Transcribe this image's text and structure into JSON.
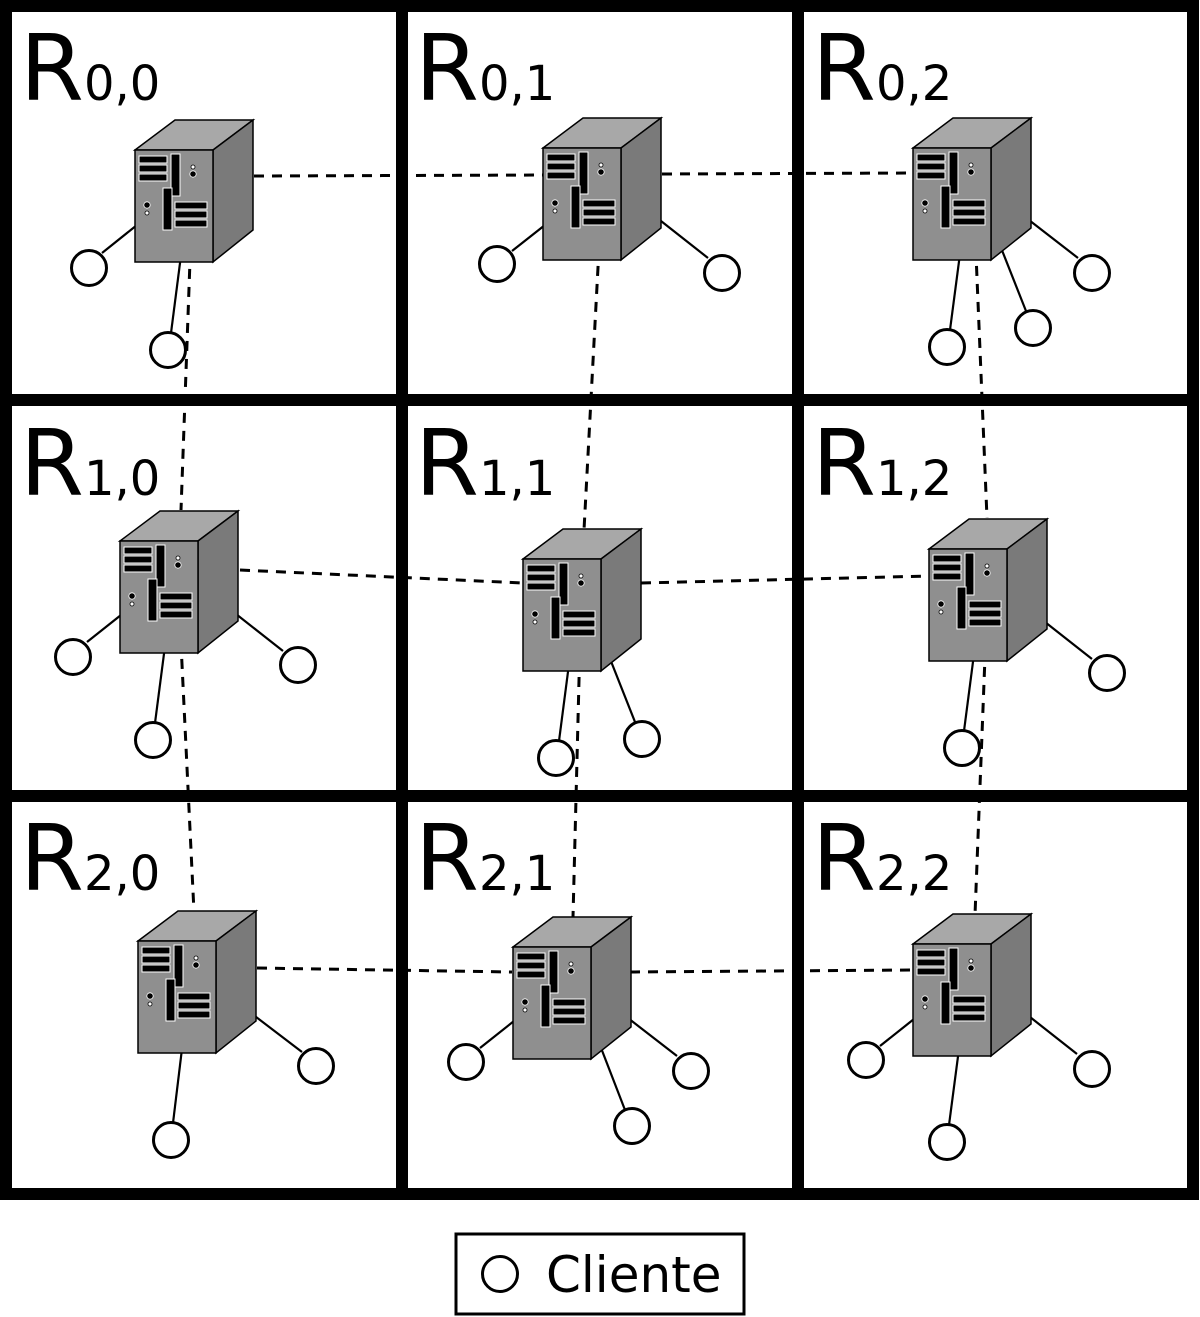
{
  "diagram": {
    "regions": [
      {
        "id": "r00",
        "base": "R",
        "sub": "0,0"
      },
      {
        "id": "r01",
        "base": "R",
        "sub": "0,1"
      },
      {
        "id": "r02",
        "base": "R",
        "sub": "0,2"
      },
      {
        "id": "r10",
        "base": "R",
        "sub": "1,0"
      },
      {
        "id": "r11",
        "base": "R",
        "sub": "1,1"
      },
      {
        "id": "r12",
        "base": "R",
        "sub": "1,2"
      },
      {
        "id": "r20",
        "base": "R",
        "sub": "2,0"
      },
      {
        "id": "r21",
        "base": "R",
        "sub": "2,1"
      },
      {
        "id": "r22",
        "base": "R",
        "sub": "2,2"
      }
    ],
    "server_links": [
      [
        "r00",
        "r01"
      ],
      [
        "r01",
        "r02"
      ],
      [
        "r10",
        "r11"
      ],
      [
        "r11",
        "r12"
      ],
      [
        "r20",
        "r21"
      ],
      [
        "r21",
        "r22"
      ],
      [
        "r00",
        "r10"
      ],
      [
        "r10",
        "r20"
      ],
      [
        "r01",
        "r11"
      ],
      [
        "r11",
        "r21"
      ],
      [
        "r02",
        "r12"
      ],
      [
        "r12",
        "r22"
      ]
    ],
    "clients_per_region": {
      "r00": 2,
      "r01": 2,
      "r02": 3,
      "r10": 3,
      "r11": 2,
      "r12": 2,
      "r20": 2,
      "r21": 3,
      "r22": 3
    },
    "legend": {
      "label": "Cliente"
    },
    "colors": {
      "server_front": "#8f8f8f",
      "server_side": "#7a7a7a",
      "server_top": "#a8a8a8",
      "border": "#000000"
    }
  }
}
